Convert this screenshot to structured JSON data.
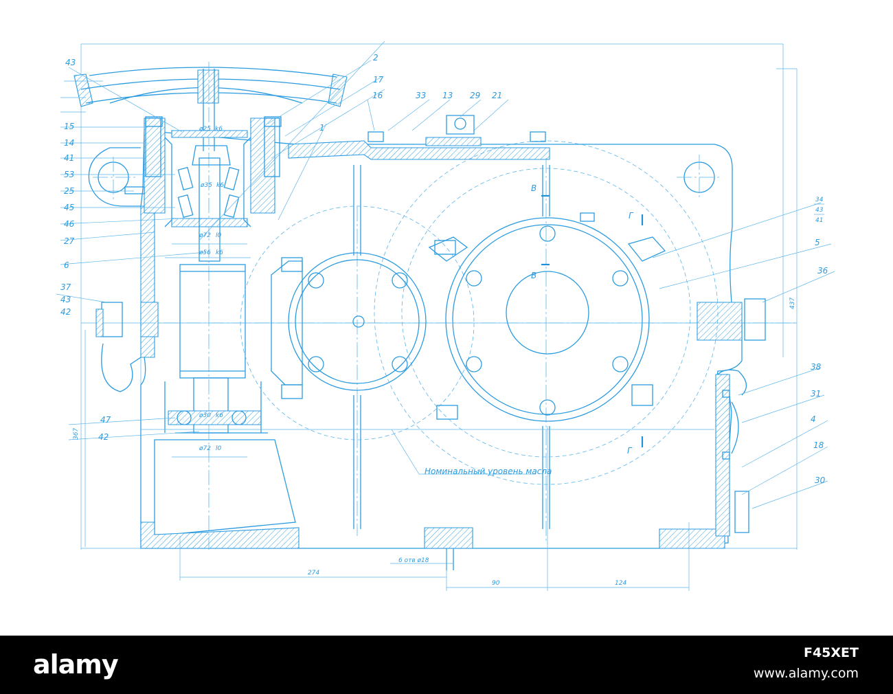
{
  "drawing": {
    "callouts": [
      "43",
      "2",
      "17",
      "16",
      "33",
      "13",
      "29",
      "21",
      "1",
      "15",
      "14",
      "41",
      "53",
      "25",
      "45",
      "46",
      "27",
      "6",
      "37",
      "43",
      "42",
      "47",
      "42",
      "36",
      "5",
      "38",
      "31",
      "4",
      "18",
      "30"
    ],
    "section_marks": {
      "v_top": "В",
      "v_bottom": "В",
      "g_top": "Г",
      "g_bottom": "Г"
    },
    "fits": {
      "f1": "ø25",
      "f1b": "k6",
      "f2": "ø35",
      "f2b": "k6",
      "f3": "ø72",
      "f3b": "l0",
      "f4": "ø56",
      "f4b": "k6",
      "f5": "ø30",
      "f5b": "k6",
      "f6": "ø72",
      "f6b": "l0"
    },
    "note_oil": "Номинальный уровень масла",
    "note_holes": "6 отв ø18",
    "dims": {
      "d274": "274",
      "d90": "90",
      "d124": "124",
      "h_left": "367",
      "h_right": "437"
    },
    "side_box": [
      "34",
      "43",
      "41"
    ]
  },
  "footer": {
    "logo": "alamy",
    "image_id": "F45XET",
    "site": "www.alamy.com"
  }
}
